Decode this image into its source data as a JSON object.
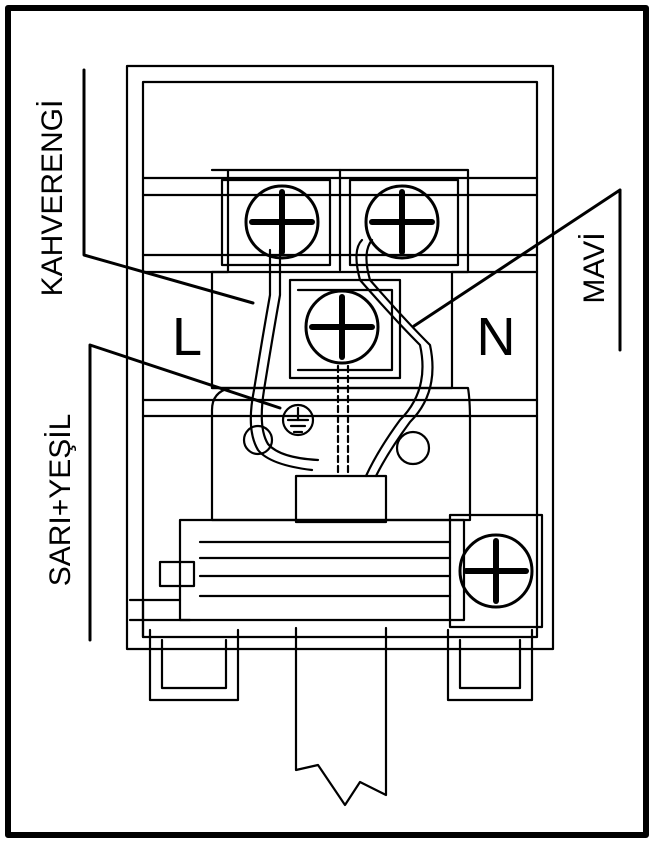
{
  "labels": {
    "brown_wire": "KAHVERENGİ",
    "blue_wire": "MAVİ",
    "yellow_green_wire": "SARI+YEŞİL",
    "live_terminal": "L",
    "neutral_terminal": "N"
  },
  "colors": {
    "line": "#000000",
    "background": "#ffffff"
  }
}
